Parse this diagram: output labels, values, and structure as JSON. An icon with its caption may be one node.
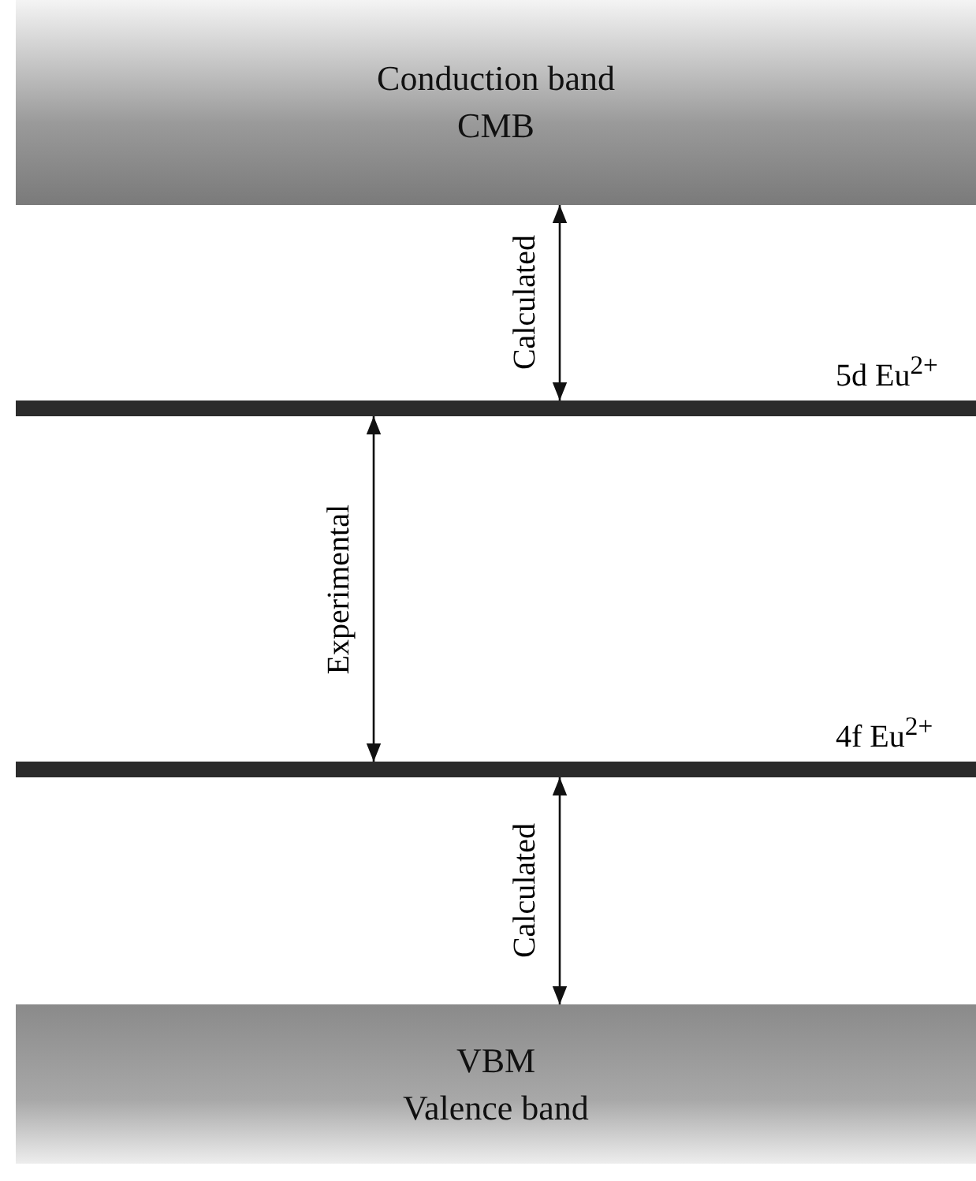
{
  "diagram": {
    "nodes": [
      {
        "text": [
          "Conduction band",
          "CMB"
        ]
      },
      {
        "text": [],
        "shape": "bar",
        "beside": [
          "5d Eu$^{2+}$"
        ]
      },
      {
        "text": [],
        "shape": "bar",
        "beside": [
          "4f Eu$^{2+}$"
        ]
      },
      {
        "text": [
          "VBM",
          "Valence band"
        ]
      }
    ],
    "edges": [
      {
        "from": 0,
        "to": 1,
        "arrow": "both",
        "label": "Calculated"
      },
      {
        "from": 1,
        "to": 2,
        "arrow": "both",
        "label": "Experimental"
      },
      {
        "from": 2,
        "to": 3,
        "arrow": "both",
        "label": "Calculated"
      }
    ]
  }
}
